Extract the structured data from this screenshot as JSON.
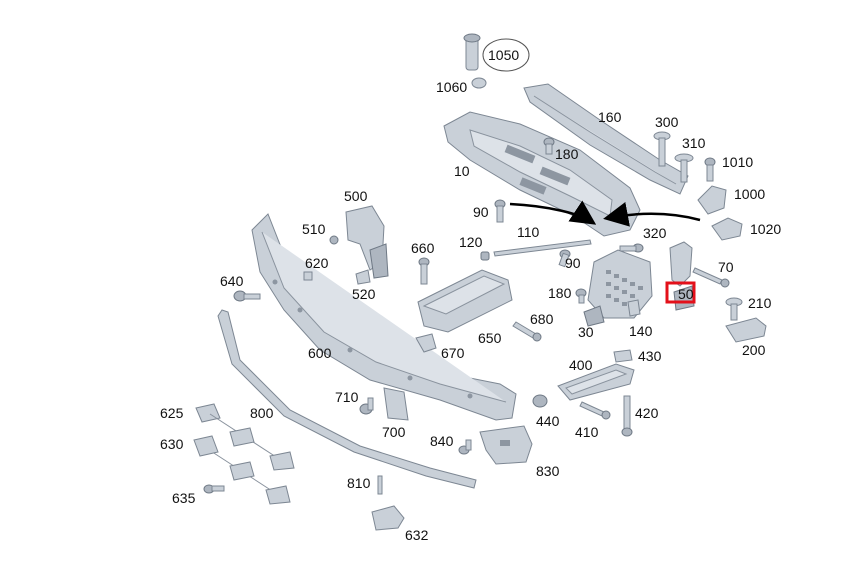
{
  "labels": {
    "p1050": "1050",
    "p1060": "1060",
    "p160": "160",
    "p300": "300",
    "p310": "310",
    "p1010": "1010",
    "p1000": "1000",
    "p1020": "1020",
    "p180a": "180",
    "p10": "10",
    "p90a": "90",
    "p90b": "90",
    "p110": "110",
    "p120": "120",
    "p320": "320",
    "p70": "70",
    "p50": "50",
    "p210": "210",
    "p200": "200",
    "p180b": "180",
    "p30": "30",
    "p140": "140",
    "p500": "500",
    "p510": "510",
    "p520": "520",
    "p620": "620",
    "p640": "640",
    "p660": "660",
    "p650": "650",
    "p680": "680",
    "p670": "670",
    "p600": "600",
    "p430": "430",
    "p400": "400",
    "p710": "710",
    "p700": "700",
    "p440": "440",
    "p420": "420",
    "p410": "410",
    "p625": "625",
    "p800": "800",
    "p630": "630",
    "p840": "840",
    "p830": "830",
    "p635": "635",
    "p810": "810",
    "p632": "632"
  },
  "highlight": {
    "part": "50",
    "color": "#e3101a"
  }
}
